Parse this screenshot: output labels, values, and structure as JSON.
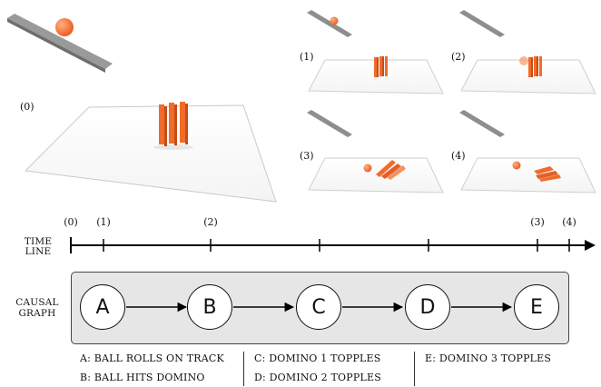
{
  "scenes": [
    {
      "label": "(0)"
    },
    {
      "label": "(1)"
    },
    {
      "label": "(2)"
    },
    {
      "label": "(3)"
    },
    {
      "label": "(4)"
    }
  ],
  "timeline": {
    "caption_line1": "TIME",
    "caption_line2": "LINE",
    "ticks": [
      {
        "label": "(0)"
      },
      {
        "label": "(1)"
      },
      {
        "label": "(2)"
      },
      {
        "label": "(3)"
      },
      {
        "label": "(4)"
      }
    ]
  },
  "graph": {
    "caption_line1": "CAUSAL",
    "caption_line2": "GRAPH",
    "nodes": [
      "A",
      "B",
      "C",
      "D",
      "E"
    ]
  },
  "legend": {
    "a": "A: BALL ROLLS ON TRACK",
    "b": "B: BALL HITS DOMINO",
    "c": "C: DOMINO 1 TOPPLES",
    "d": "D: DOMINO 2 TOPPLES",
    "e": "E: DOMINO 3 TOPPLES"
  },
  "colors": {
    "domino": "#f26b2a",
    "ball": "#f0783a",
    "track": "#8a8a8a",
    "graph_bg": "#e6e6e6"
  }
}
